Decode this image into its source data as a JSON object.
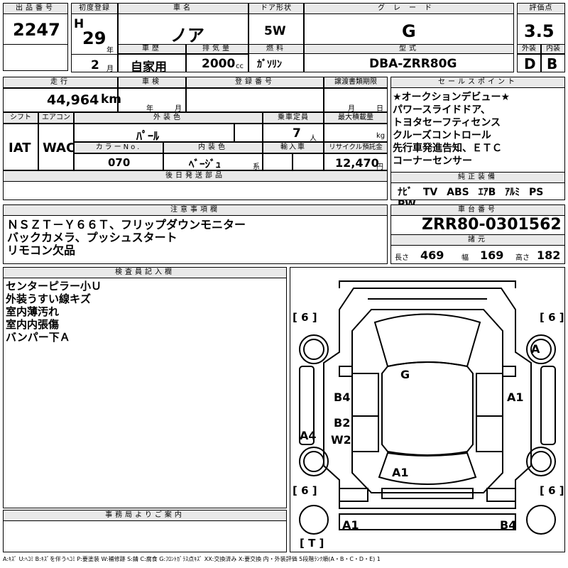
{
  "header": {
    "lot_label": "出品番号",
    "lot": "2247",
    "first_reg_label": "初度登録",
    "era": "H",
    "year": "29",
    "year_unit": "年",
    "month": "2",
    "month_unit": "月",
    "name_label": "車名",
    "name": "ノア",
    "history_label": "車歴",
    "history": "自家用",
    "displacement_label": "排気量",
    "displacement": "2000",
    "displacement_unit": "cc",
    "door_label": "ドア形状",
    "door": "5W",
    "fuel_label": "燃料",
    "fuel": "ｶﾞｿﾘﾝ",
    "grade_label": "グレード",
    "grade": "G",
    "model_label": "型式",
    "model": "DBA-ZRR80G",
    "score_label": "評価点",
    "score": "3.5",
    "ext_label": "外装",
    "ext": "D",
    "int_label": "内装",
    "int": "B"
  },
  "row2": {
    "mileage_label": "走行",
    "mileage": "44,964",
    "mileage_unit": "km",
    "inspection_label": "車検",
    "year_unit": "年",
    "month_unit": "月",
    "plate_label": "登録番号",
    "transfer_label": "譲渡書類期限",
    "transfer_month": "月",
    "transfer_day": "日",
    "shift_label": "シフト",
    "shift": "IAT",
    "ac_label": "エアコン",
    "ac": "WAC",
    "color_label": "外装色",
    "color": "ﾊﾟｰﾙ",
    "seats_label": "乗車定員",
    "seats": "7",
    "seats_unit": "人",
    "load_label": "最大積載量",
    "load_unit": "kg",
    "colorno_label": "カラーNo.",
    "colorno": "070",
    "interior_label": "内装色",
    "interior": "ﾍﾞｰｼﾞｭ",
    "interior_unit": "系",
    "import_label": "輸入車",
    "recycle_label": "リサイクル預託金",
    "recycle": "12,470",
    "recycle_unit": "円",
    "later_label": "後日発送部品"
  },
  "sales": {
    "label": "セールスポイント",
    "lines": [
      "★オークションデビュー★",
      "パワースライドドア、",
      "トヨタセーフティセンス",
      "クルーズコントロール",
      "先行車発進告知、ＥＴＣ",
      "コーナーセンサー"
    ],
    "equip_label": "純正装備",
    "equip": [
      "ﾅﾋﾞ",
      "TV",
      "ABS",
      "ｴｱB",
      "ｱﾙﾐ",
      "PS",
      "PW"
    ]
  },
  "caution": {
    "label": "注意事項欄",
    "lines": [
      "ＮＳＺＴ－Ｙ６６Ｔ、フリップダウンモニター",
      "バックカメラ、プッシュスタート",
      "リモコン欠品"
    ]
  },
  "chassis": {
    "label": "車台番号",
    "number": "ZRR80-0301562",
    "dims_label": "諸元",
    "length_label": "長さ",
    "length": "469",
    "width_label": "幅",
    "width": "169",
    "height_label": "高さ",
    "height": "182"
  },
  "inspector": {
    "label": "検査員記入欄",
    "lines": [
      "センターピラー小Ｕ",
      "外装うすい線キズ",
      "室内薄汚れ",
      "室内内張傷",
      "バンパー下Ａ"
    ]
  },
  "office": {
    "label": "事務局よりご案内"
  },
  "diagram": {
    "tire_fl": "6",
    "tire_fr": "6",
    "tire_rl": "6",
    "tire_rr": "6",
    "tire_spare": "T",
    "marks": [
      "A",
      "G",
      "B4",
      "A1",
      "B2",
      "W2",
      "A4",
      "A1",
      "A1",
      "B4"
    ]
  },
  "legend": "A:ｷｽﾞ U:ﾍｺﾐ B:ｷｽﾞを伴うﾍｺﾐ P:要塗装 W:補修跡 S:錆 C:腐食 G:ﾌﾛﾝﾄｶﾞﾗｽ点ｷｽﾞ XX:交換済み X:要交換 内・外装評価 5段階ﾗﾝｸ順(A・B・C・D・E) 1"
}
